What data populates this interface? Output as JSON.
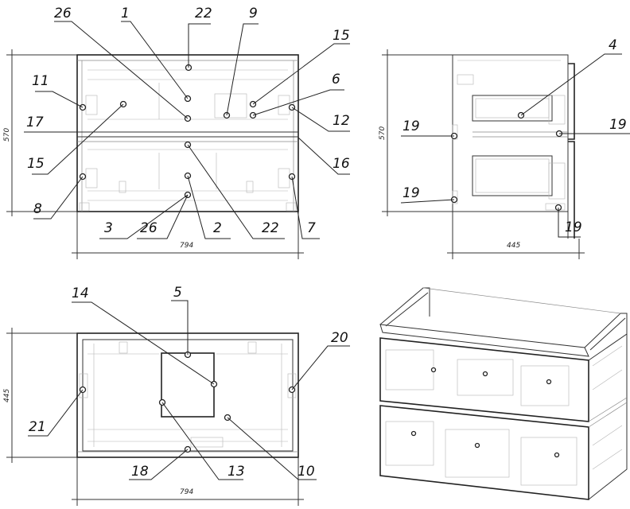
{
  "views": {
    "front": {
      "callouts": [
        "26",
        "1",
        "22",
        "9",
        "15",
        "11",
        "6",
        "17",
        "12",
        "15",
        "16",
        "8",
        "3",
        "26",
        "2",
        "22",
        "7"
      ],
      "dim_width": "794",
      "dim_height": "570"
    },
    "side": {
      "callouts": [
        "4",
        "19",
        "19",
        "19",
        "19"
      ],
      "dim_depth": "445",
      "dim_height": "570"
    },
    "top": {
      "callouts": [
        "14",
        "5",
        "20",
        "21",
        "18",
        "13",
        "10"
      ],
      "dim_width": "794",
      "dim_depth": "445"
    }
  }
}
